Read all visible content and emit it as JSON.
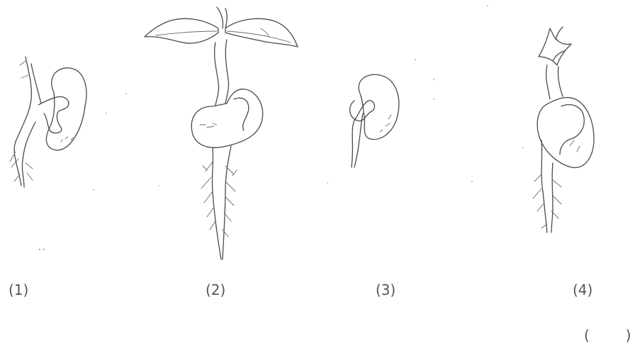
{
  "figures": [
    {
      "label": "(1)",
      "stage": "germinating seed with emerging radicle and roots"
    },
    {
      "label": "(2)",
      "stage": "seedling with two leaves, stem, seed and root system"
    },
    {
      "label": "(3)",
      "stage": "seed with emerging radicle"
    },
    {
      "label": "(4)",
      "stage": "young seedling with bud, seed and roots"
    }
  ],
  "answer_blank": "(        )"
}
